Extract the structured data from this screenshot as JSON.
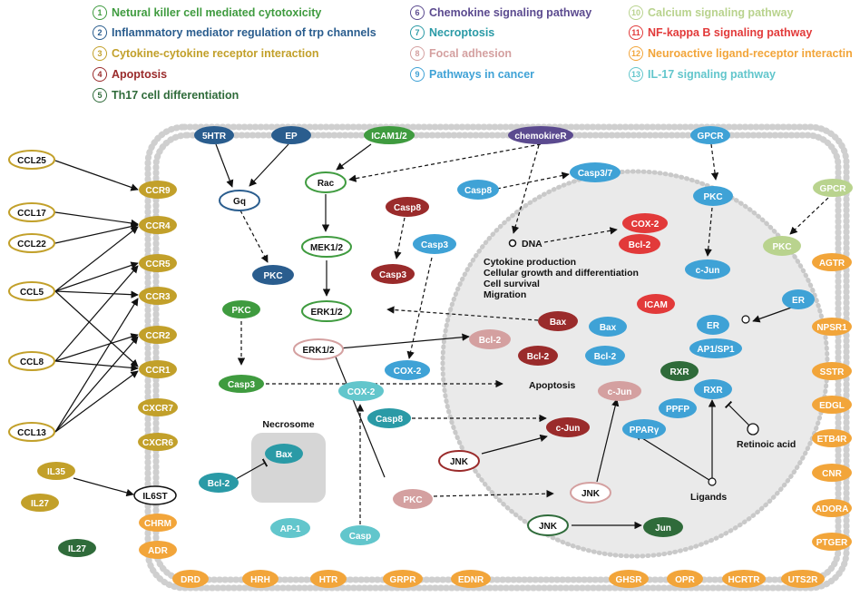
{
  "legend": [
    {
      "num": "1",
      "text": "Netural killer cell mediated cytotoxicity",
      "color": "#3f9b3f"
    },
    {
      "num": "2",
      "text": "Inflammatory mediator regulation of trp channels",
      "color": "#2a5d8e"
    },
    {
      "num": "3",
      "text": "Cytokine-cytokine receptor interaction",
      "color": "#c2a02a"
    },
    {
      "num": "4",
      "text": "Apoptosis",
      "color": "#9a2b2b"
    },
    {
      "num": "5",
      "text": "Th17 cell differentiation",
      "color": "#2f6b3a"
    },
    {
      "num": "6",
      "text": "Chemokine signaling pathway",
      "color": "#5b4a8f"
    },
    {
      "num": "7",
      "text": "Necroptosis",
      "color": "#2a9aa6"
    },
    {
      "num": "8",
      "text": "Focal adhesion",
      "color": "#d4a0a0"
    },
    {
      "num": "9",
      "text": "Pathways in cancer",
      "color": "#3fa2d6"
    },
    {
      "num": "10",
      "text": "Calcium signaling pathway",
      "color": "#b9d38e"
    },
    {
      "num": "11",
      "text": "NF-kappa B signaling pathway",
      "color": "#e23a3a"
    },
    {
      "num": "12",
      "text": "Neuroactive ligand-receptor interactin",
      "color": "#f2a53a"
    },
    {
      "num": "13",
      "text": "IL-17 signaling pathway",
      "color": "#62c6cc"
    }
  ],
  "colors": {
    "green": "#3f9b3f",
    "darkblue": "#2a5d8e",
    "gold": "#c2a02a",
    "darkred": "#9a2b2b",
    "darkgreen": "#2f6b3a",
    "purple": "#5b4a8f",
    "teal": "#2a9aa6",
    "pink": "#d4a0a0",
    "blue": "#3fa2d6",
    "lightgreen": "#b9d38e",
    "red": "#e23a3a",
    "orange": "#f2a53a",
    "cyan": "#62c6cc"
  },
  "ligands": {
    "ccl25": "CCL25",
    "ccl17": "CCL17",
    "ccl22": "CCL22",
    "ccl5": "CCL5",
    "ccl8": "CCL8",
    "ccl13": "CCL13",
    "il35": "IL35",
    "il27a": "IL27",
    "il27b": "IL27"
  },
  "membrane_receptors": {
    "ccr9": "CCR9",
    "ccr4": "CCR4",
    "ccr5": "CCR5",
    "ccr3": "CCR3",
    "ccr2": "CCR2",
    "ccr1": "CCR1",
    "cxcr7": "CXCR7",
    "cxcr6": "CXCR6",
    "il6st": "IL6ST",
    "chrm": "CHRM",
    "adr": "ADR",
    "htr5": "5HTR",
    "ep": "EP",
    "icam12": "ICAM1/2",
    "chemokiner": "chemokireR",
    "gpcr_top": "GPCR",
    "gpcr_right": "GPCR",
    "agtr": "AGTR",
    "npsr1": "NPSR1",
    "sstr": "SSTR",
    "edgl": "EDGL",
    "etb4r": "ETB4R",
    "cnr": "CNR",
    "adora": "ADORA",
    "ptger": "PTGER",
    "drd": "DRD",
    "hrh": "HRH",
    "htr": "HTR",
    "grpr": "GRPR",
    "ednr": "EDNR",
    "ghsr": "GHSR",
    "opr": "OPR",
    "hcrtr": "HCRTR",
    "uts2r": "UTS2R"
  },
  "cytoplasm": {
    "gq": "Gq",
    "pkc_blue": "PKC",
    "pkc_green": "PKC",
    "casp3_green": "Casp3",
    "rac": "Rac",
    "mek12": "MEK1/2",
    "erk12_green": "ERK1/2",
    "erk12_pink": "ERK1/2",
    "casp8_red": "Casp8",
    "casp3_red": "Casp3",
    "casp3_teal": "Casp3",
    "casp8_blue": "Casp8",
    "casp37": "Casp3/7",
    "pkc_gpcr": "PKC",
    "cjun_gpcr": "c-Jun",
    "pkc_lightgreen": "PKC",
    "cox2_teal": "COX-2",
    "cox2_cyan": "COX-2",
    "casp8_teal": "Casp8",
    "necrosome": "Necrosome",
    "bax_necro": "Bax",
    "bcl2_teal": "Bcl-2",
    "ap1": "AP-1",
    "casp_cyan": "Casp",
    "pkc_pink": "PKC",
    "jnk_left": "JNK",
    "jnk_mid": "JNK",
    "jnk_low": "JNK",
    "jun": "Jun",
    "er_out": "ER"
  },
  "nucleus": {
    "dna": "DNA",
    "processes": [
      "Cytokine production",
      "Cellular growth and differentiation",
      "Cell survival",
      "Migration"
    ],
    "cox2_red": "COX-2",
    "bcl2_red": "Bcl-2",
    "icam": "ICAM",
    "bax_dark": "Bax",
    "bax_blue": "Bax",
    "bcl2_pink": "Bcl-2",
    "bcl2_dark": "Bcl-2",
    "bcl2_blue": "Bcl-2",
    "er_in": "ER",
    "ap1sp1": "AP1/SP1",
    "rxr_dark": "RXR",
    "rxr_blue": "RXR",
    "ppfp": "PPFP",
    "pparg": "PPARγ",
    "cjun_pink": "c-Jun",
    "cjun_dark": "c-Jun",
    "apoptosis": "Apoptosis"
  },
  "outside": {
    "retinoic": "Retinoic acid",
    "ligands_label": "Ligands"
  }
}
